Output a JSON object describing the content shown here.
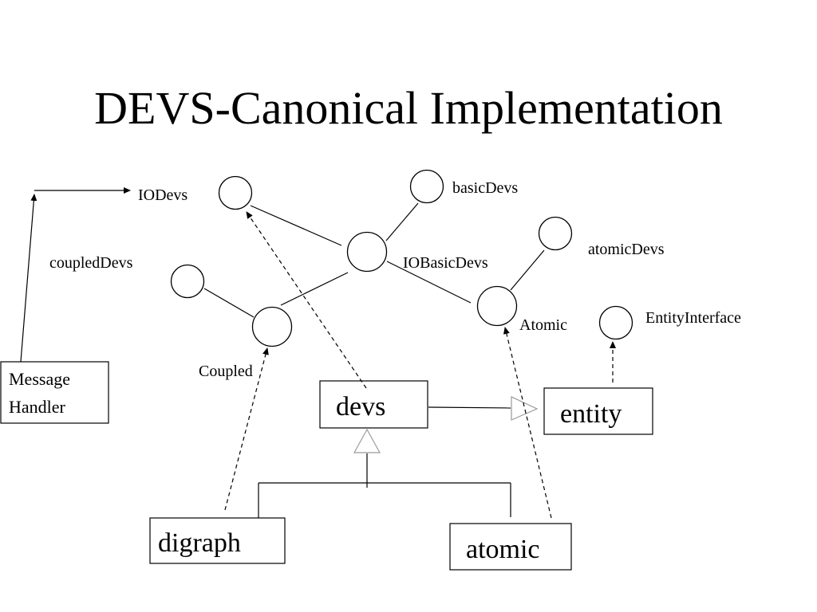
{
  "title": "DEVS-Canonical Implementation",
  "interfaces": {
    "iodevs": "IODevs",
    "basicdevs": "basicDevs",
    "atomicdevs": "atomicDevs",
    "coupleddevs": "coupledDevs",
    "iobasicdevs": "IOBasicDevs",
    "atomic_iface": "Atomic",
    "coupled_iface": "Coupled",
    "entity_interface": "EntityInterface"
  },
  "classes": {
    "devs": "devs",
    "entity": "entity",
    "digraph": "digraph",
    "atomic": "atomic"
  },
  "message_handler": {
    "line1": "Message",
    "line2": "Handler"
  }
}
